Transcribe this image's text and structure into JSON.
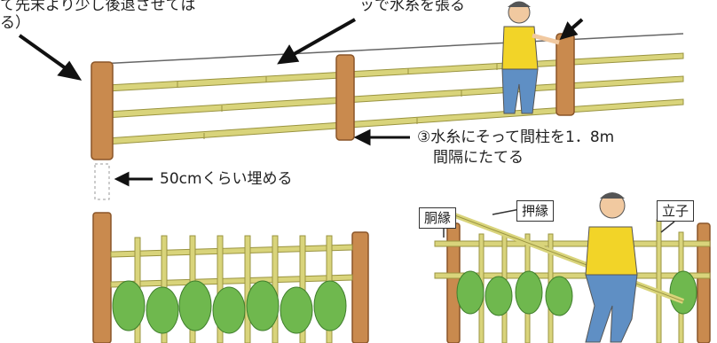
{
  "annotations": {
    "top_left_fragment_1": "て先末より少し後退させては",
    "top_left_fragment_2": "る）",
    "top_mid_fragment": "ッで水糸を張る",
    "step3_line1": "③水糸にそって間柱を1．8m",
    "step3_line2": "間隔にたてる",
    "bury_note": "50cmくらい埋める",
    "label_dobuchi": "胴縁",
    "label_oshibuchi": "押縁",
    "label_tateko": "立子"
  },
  "colors": {
    "post": "#c98a4e",
    "post_dark": "#8a5528",
    "bamboo": "#d8d47a",
    "bamboo_dark": "#9a9440",
    "shrub": "#6fb84e",
    "shrub_light": "#a8d88a",
    "shirt": "#f2d428",
    "pants": "#5f8fc4",
    "string": "#555555"
  }
}
